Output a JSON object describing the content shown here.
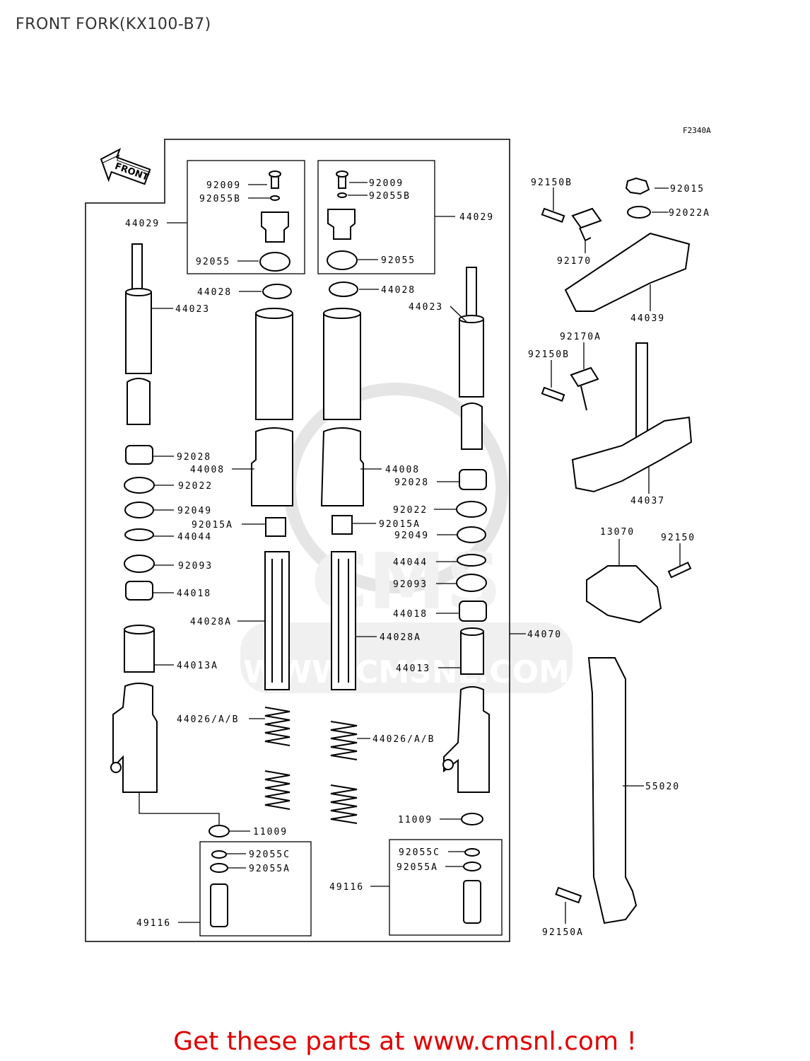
{
  "title": "FRONT FORK(KX100-B7)",
  "figure_code": "F2340A",
  "front_arrow": "FRONT",
  "watermark": "WWW.CMSNL.COM",
  "footer": "Get these parts at www.cmsnl.com !",
  "colors": {
    "footer": "#e00000",
    "line": "#000000",
    "watermark": "#d8d8d8"
  },
  "labels": {
    "p92009_l": "92009",
    "p92055b_l": "92055B",
    "p44029_l": "44029",
    "p92055_l": "92055",
    "p44028_l": "44028",
    "p44023_l": "44023",
    "p92009_r": "92009",
    "p92055b_r": "92055B",
    "p44029_r": "44029",
    "p92055_r": "92055",
    "p44028_r": "44028",
    "p44023_r": "44023",
    "p92028_l": "92028",
    "p44008_l": "44008",
    "p92022_l": "92022",
    "p92049_l": "92049",
    "p92015a_l": "92015A",
    "p44044_l": "44044",
    "p92093_l": "92093",
    "p44018_l": "44018",
    "p44028a_l": "44028A",
    "p44013a": "44013A",
    "p44026_l": "44026/A/B",
    "p11009_l": "11009",
    "p92055c_l": "92055C",
    "p92055a_l": "92055A",
    "p49116_l": "49116",
    "p44008_r": "44008",
    "p92028_r": "92028",
    "p92022_r": "92022",
    "p92015a_r": "92015A",
    "p92049_r": "92049",
    "p44044_r": "44044",
    "p92093_r": "92093",
    "p44018_r": "44018",
    "p44028a_r": "44028A",
    "p44070": "44070",
    "p44013": "44013",
    "p44026_r": "44026/A/B",
    "p11009_r": "11009",
    "p92055c_r": "92055C",
    "p92055a_r": "92055A",
    "p49116_r": "49116",
    "p92150b_t": "92150B",
    "p92015": "92015",
    "p92022a": "92022A",
    "p92170": "92170",
    "p44039": "44039",
    "p92170a": "92170A",
    "p92150b_m": "92150B",
    "p44037": "44037",
    "p13070": "13070",
    "p92150": "92150",
    "p55020": "55020",
    "p92150a": "92150A"
  }
}
